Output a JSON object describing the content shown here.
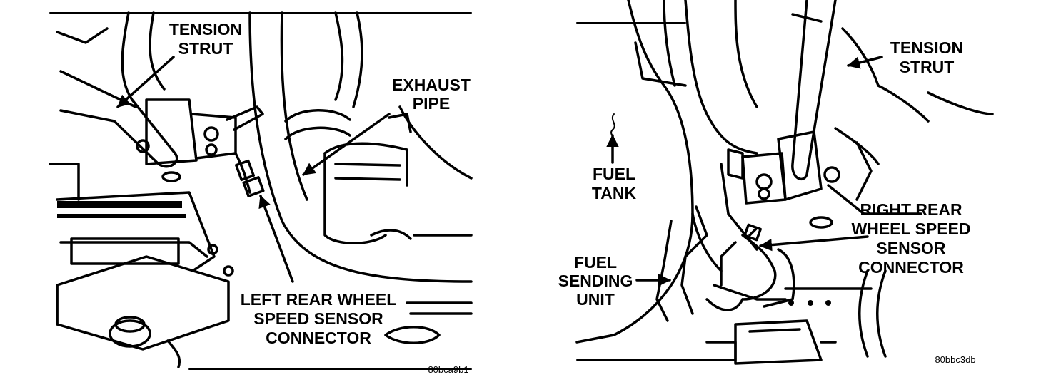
{
  "left_figure": {
    "labels": {
      "tension_strut_1": "TENSION",
      "tension_strut_2": "STRUT",
      "exhaust_pipe_1": "EXHAUST",
      "exhaust_pipe_2": "PIPE",
      "left_sensor_1": "LEFT REAR WHEEL",
      "left_sensor_2": "SPEED SENSOR",
      "left_sensor_3": "CONNECTOR"
    },
    "reference_code": "80bca9b1"
  },
  "right_figure": {
    "labels": {
      "tension_strut_1": "TENSION",
      "tension_strut_2": "STRUT",
      "fuel_tank_1": "FUEL",
      "fuel_tank_2": "TANK",
      "right_sensor_1": "RIGHT REAR",
      "right_sensor_2": "WHEEL SPEED",
      "right_sensor_3": "SENSOR",
      "right_sensor_4": "CONNECTOR",
      "fuel_unit_1": "FUEL",
      "fuel_unit_2": "SENDING",
      "fuel_unit_3": "UNIT"
    },
    "reference_code": "80bbc3db"
  }
}
